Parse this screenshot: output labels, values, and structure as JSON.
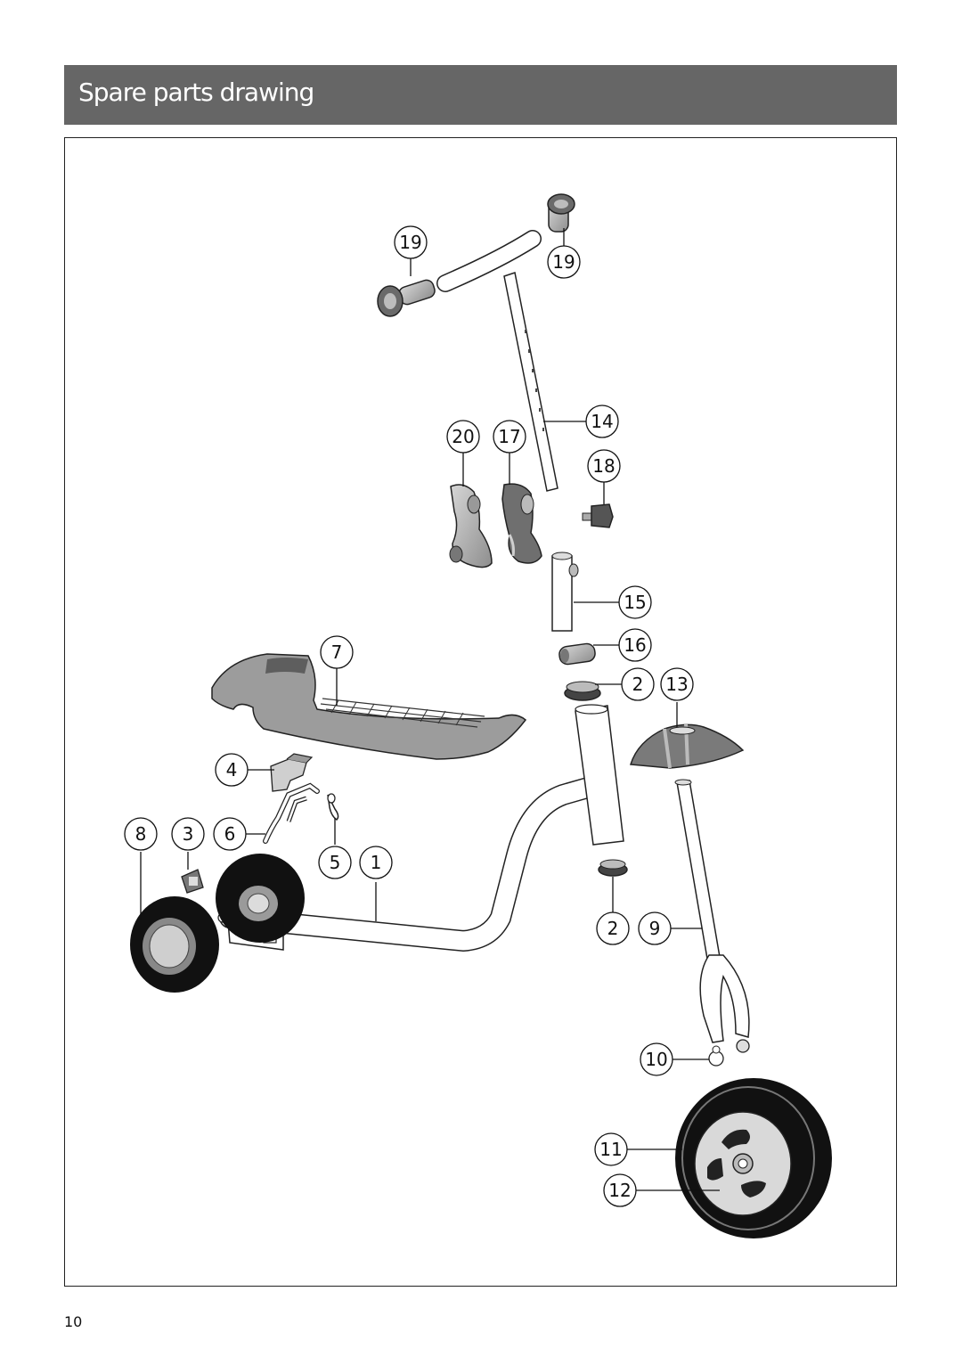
{
  "header": {
    "title": "Spare parts drawing"
  },
  "parts": [
    {
      "id": "p19a",
      "label": "19"
    },
    {
      "id": "p19b",
      "label": "19"
    },
    {
      "id": "p14",
      "label": "14"
    },
    {
      "id": "p20",
      "label": "20"
    },
    {
      "id": "p17",
      "label": "17"
    },
    {
      "id": "p18",
      "label": "18"
    },
    {
      "id": "p15",
      "label": "15"
    },
    {
      "id": "p7",
      "label": "7"
    },
    {
      "id": "p16",
      "label": "16"
    },
    {
      "id": "p2a",
      "label": "2"
    },
    {
      "id": "p13",
      "label": "13"
    },
    {
      "id": "p4",
      "label": "4"
    },
    {
      "id": "p8",
      "label": "8"
    },
    {
      "id": "p3",
      "label": "3"
    },
    {
      "id": "p6",
      "label": "6"
    },
    {
      "id": "p5",
      "label": "5"
    },
    {
      "id": "p1",
      "label": "1"
    },
    {
      "id": "p2b",
      "label": "2"
    },
    {
      "id": "p9",
      "label": "9"
    },
    {
      "id": "p10",
      "label": "10"
    },
    {
      "id": "p11",
      "label": "11"
    },
    {
      "id": "p12",
      "label": "12"
    }
  ],
  "footer": {
    "page_number": "10"
  }
}
